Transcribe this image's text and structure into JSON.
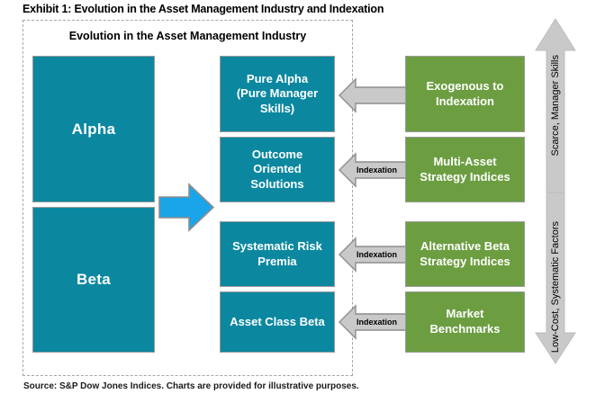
{
  "exhibit": {
    "title": "Exhibit 1: Evolution in the Asset Management Industry and Indexation",
    "panel_heading": "Evolution in the Asset Management Industry",
    "source_note": "Source: S&P Dow Jones Indices. Charts are provided for illustrative purposes."
  },
  "colors": {
    "teal": "#0b88a0",
    "green": "#6c9e41",
    "blue_arrow": "#19a5e8",
    "grey_arrow": "#c9c9c9",
    "dashed_border": "#a6a6a6",
    "text_on_fill": "#ffffff"
  },
  "left_column": {
    "items": [
      {
        "label": "Alpha"
      },
      {
        "label": "Beta"
      }
    ]
  },
  "middle_column": {
    "items": [
      {
        "label": "Pure Alpha (Pure Manager Skills)",
        "line1": "Pure Alpha",
        "line2": "(Pure Manager",
        "line3": "Skills)"
      },
      {
        "label": "Outcome Oriented Solutions",
        "line1": "Outcome",
        "line2": "Oriented",
        "line3": "Solutions"
      },
      {
        "label": "Systematic Risk Premia",
        "line1": "Systematic Risk",
        "line2": "Premia"
      },
      {
        "label": "Asset Class Beta",
        "line1": "Asset Class Beta"
      }
    ]
  },
  "right_column": {
    "items": [
      {
        "label": "Exogenous to Indexation",
        "line1": "Exogenous to",
        "line2": "Indexation"
      },
      {
        "label": "Multi-Asset Strategy Indices",
        "line1": "Multi-Asset",
        "line2": "Strategy Indices"
      },
      {
        "label": "Alternative Beta Strategy Indices",
        "line1": "Alternative Beta",
        "line2": "Strategy Indices"
      },
      {
        "label": "Market Benchmarks",
        "line1": "Market",
        "line2": "Benchmarks"
      }
    ]
  },
  "connector_arrows": {
    "blue_arrow_label": "",
    "indexation_arrows": [
      {
        "label": ""
      },
      {
        "label": "Indexation"
      },
      {
        "label": "Indexation"
      },
      {
        "label": "Indexation"
      }
    ]
  },
  "axis_arrows": {
    "top": {
      "label": "Scarce, Manager Skills",
      "direction": "up"
    },
    "bottom": {
      "label": "Low-Cost, Systematic Factors",
      "direction": "down"
    }
  }
}
